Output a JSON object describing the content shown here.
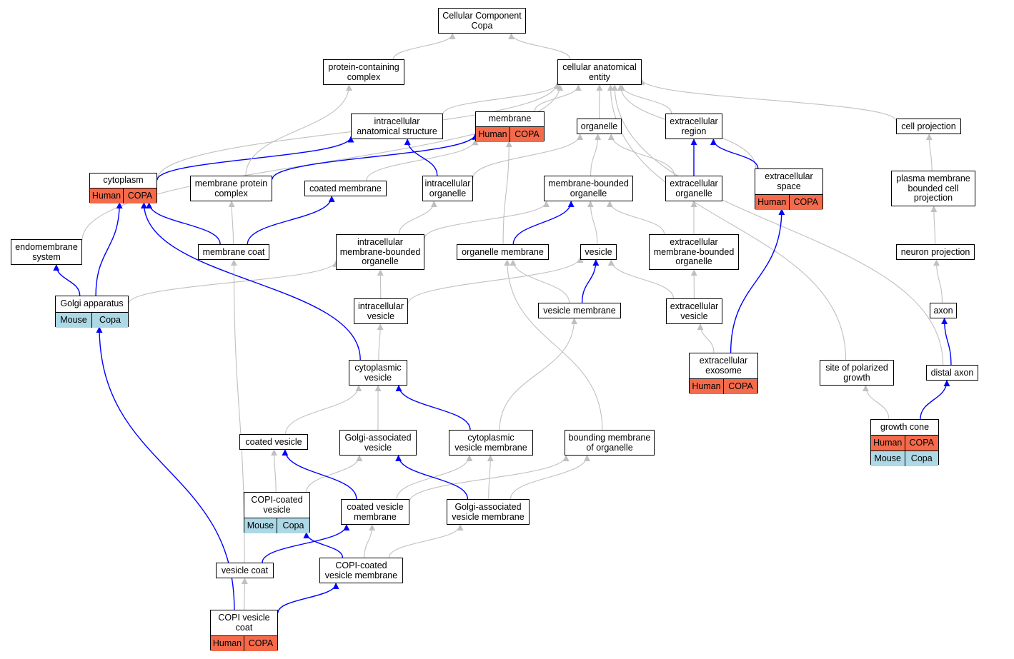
{
  "colors": {
    "is_a": "#c0c0c0",
    "part_of": "#0000ff",
    "human": "#f46a4b",
    "mouse": "#add8e6"
  },
  "nodes": [
    {
      "id": "cc",
      "label": "Cellular Component\nCopa"
    },
    {
      "id": "pcc",
      "label": "protein-containing\ncomplex"
    },
    {
      "id": "cae",
      "label": "cellular anatomical\nentity"
    },
    {
      "id": "ias",
      "label": "intracellular\nanatomical structure"
    },
    {
      "id": "mem",
      "label": "membrane",
      "ann": [
        [
          "Human",
          "COPA"
        ]
      ]
    },
    {
      "id": "org",
      "label": "organelle"
    },
    {
      "id": "exr",
      "label": "extracellular\nregion"
    },
    {
      "id": "cp",
      "label": "cell projection"
    },
    {
      "id": "cyt",
      "label": "cytoplasm",
      "ann": [
        [
          "Human",
          "COPA"
        ]
      ]
    },
    {
      "id": "mpc",
      "label": "membrane protein\ncomplex"
    },
    {
      "id": "cm",
      "label": "coated membrane"
    },
    {
      "id": "io",
      "label": "intracellular\norganelle"
    },
    {
      "id": "mbo",
      "label": "membrane-bounded\norganelle"
    },
    {
      "id": "eo",
      "label": "extracellular\norganelle"
    },
    {
      "id": "es",
      "label": "extracellular\nspace",
      "ann": [
        [
          "Human",
          "COPA"
        ]
      ]
    },
    {
      "id": "pmbcp",
      "label": "plasma membrane\nbounded cell\nprojection"
    },
    {
      "id": "ems",
      "label": "endomembrane\nsystem"
    },
    {
      "id": "mc",
      "label": "membrane coat"
    },
    {
      "id": "imbo",
      "label": "intracellular\nmembrane-bounded\norganelle"
    },
    {
      "id": "om",
      "label": "organelle membrane"
    },
    {
      "id": "ves",
      "label": "vesicle"
    },
    {
      "id": "embo",
      "label": "extracellular\nmembrane-bounded\norganelle"
    },
    {
      "id": "np",
      "label": "neuron projection"
    },
    {
      "id": "ga",
      "label": "Golgi apparatus",
      "ann": [
        [
          "Mouse",
          "Copa"
        ]
      ]
    },
    {
      "id": "iv",
      "label": "intracellular\nvesicle"
    },
    {
      "id": "vm",
      "label": "vesicle membrane"
    },
    {
      "id": "ev",
      "label": "extracellular\nvesicle"
    },
    {
      "id": "axon",
      "label": "axon"
    },
    {
      "id": "exo",
      "label": "extracellular\nexosome",
      "ann": [
        [
          "Human",
          "COPA"
        ]
      ]
    },
    {
      "id": "spg",
      "label": "site of polarized\ngrowth"
    },
    {
      "id": "da",
      "label": "distal axon"
    },
    {
      "id": "cv",
      "label": "cytoplasmic\nvesicle"
    },
    {
      "id": "gc",
      "label": "growth cone",
      "ann": [
        [
          "Human",
          "COPA"
        ],
        [
          "Mouse",
          "Copa"
        ]
      ]
    },
    {
      "id": "cvs",
      "label": "coated vesicle"
    },
    {
      "id": "gav",
      "label": "Golgi-associated\nvesicle"
    },
    {
      "id": "cvm",
      "label": "cytoplasmic\nvesicle membrane"
    },
    {
      "id": "bmo",
      "label": "bounding membrane\nof organelle"
    },
    {
      "id": "copiv",
      "label": "COPI-coated\nvesicle",
      "ann": [
        [
          "Mouse",
          "Copa"
        ]
      ]
    },
    {
      "id": "cvem",
      "label": "coated vesicle\nmembrane"
    },
    {
      "id": "gavm",
      "label": "Golgi-associated\nvesicle membrane"
    },
    {
      "id": "vc",
      "label": "vesicle coat"
    },
    {
      "id": "copivm",
      "label": "COPI-coated\nvesicle membrane"
    },
    {
      "id": "copivc",
      "label": "COPI vesicle\ncoat",
      "ann": [
        [
          "Human",
          "COPA"
        ]
      ]
    }
  ],
  "edges": [
    {
      "from": "pcc",
      "to": "cc",
      "type": "is_a"
    },
    {
      "from": "cae",
      "to": "cc",
      "type": "is_a"
    },
    {
      "from": "ias",
      "to": "cae",
      "type": "is_a"
    },
    {
      "from": "mem",
      "to": "cae",
      "type": "is_a"
    },
    {
      "from": "org",
      "to": "cae",
      "type": "is_a"
    },
    {
      "from": "exr",
      "to": "cae",
      "type": "is_a"
    },
    {
      "from": "cp",
      "to": "cae",
      "type": "is_a"
    },
    {
      "from": "es",
      "to": "cae",
      "type": "is_a"
    },
    {
      "from": "cyt",
      "to": "cae",
      "type": "is_a"
    },
    {
      "from": "ems",
      "to": "cae",
      "type": "is_a"
    },
    {
      "from": "spg",
      "to": "cae",
      "type": "is_a"
    },
    {
      "from": "da",
      "to": "cae",
      "type": "is_a"
    },
    {
      "from": "cyt",
      "to": "ias",
      "type": "part_of"
    },
    {
      "from": "mpc",
      "to": "pcc",
      "type": "is_a"
    },
    {
      "from": "mpc",
      "to": "mem",
      "type": "part_of"
    },
    {
      "from": "cm",
      "to": "mem",
      "type": "is_a"
    },
    {
      "from": "io",
      "to": "ias",
      "type": "part_of"
    },
    {
      "from": "io",
      "to": "org",
      "type": "is_a"
    },
    {
      "from": "mbo",
      "to": "org",
      "type": "is_a"
    },
    {
      "from": "eo",
      "to": "org",
      "type": "is_a"
    },
    {
      "from": "eo",
      "to": "exr",
      "type": "part_of"
    },
    {
      "from": "es",
      "to": "exr",
      "type": "part_of"
    },
    {
      "from": "pmbcp",
      "to": "cp",
      "type": "is_a"
    },
    {
      "from": "mc",
      "to": "mpc",
      "type": "is_a"
    },
    {
      "from": "mc",
      "to": "cm",
      "type": "part_of"
    },
    {
      "from": "mc",
      "to": "cyt",
      "type": "part_of"
    },
    {
      "from": "imbo",
      "to": "io",
      "type": "is_a"
    },
    {
      "from": "imbo",
      "to": "mbo",
      "type": "is_a"
    },
    {
      "from": "om",
      "to": "mem",
      "type": "is_a"
    },
    {
      "from": "om",
      "to": "mbo",
      "type": "part_of"
    },
    {
      "from": "ves",
      "to": "mbo",
      "type": "is_a"
    },
    {
      "from": "embo",
      "to": "mbo",
      "type": "is_a"
    },
    {
      "from": "embo",
      "to": "eo",
      "type": "is_a"
    },
    {
      "from": "np",
      "to": "pmbcp",
      "type": "is_a"
    },
    {
      "from": "ga",
      "to": "imbo",
      "type": "is_a"
    },
    {
      "from": "ga",
      "to": "ems",
      "type": "part_of"
    },
    {
      "from": "ga",
      "to": "cyt",
      "type": "part_of"
    },
    {
      "from": "iv",
      "to": "imbo",
      "type": "is_a"
    },
    {
      "from": "iv",
      "to": "ves",
      "type": "is_a"
    },
    {
      "from": "vm",
      "to": "om",
      "type": "is_a"
    },
    {
      "from": "vm",
      "to": "ves",
      "type": "part_of"
    },
    {
      "from": "ev",
      "to": "ves",
      "type": "is_a"
    },
    {
      "from": "ev",
      "to": "embo",
      "type": "is_a"
    },
    {
      "from": "axon",
      "to": "np",
      "type": "is_a"
    },
    {
      "from": "exo",
      "to": "ev",
      "type": "is_a"
    },
    {
      "from": "exo",
      "to": "es",
      "type": "part_of"
    },
    {
      "from": "da",
      "to": "axon",
      "type": "part_of"
    },
    {
      "from": "cv",
      "to": "iv",
      "type": "is_a"
    },
    {
      "from": "cv",
      "to": "cyt",
      "type": "part_of"
    },
    {
      "from": "gc",
      "to": "spg",
      "type": "is_a"
    },
    {
      "from": "gc",
      "to": "da",
      "type": "part_of"
    },
    {
      "from": "cvs",
      "to": "cv",
      "type": "is_a"
    },
    {
      "from": "gav",
      "to": "cv",
      "type": "is_a"
    },
    {
      "from": "cvm",
      "to": "cv",
      "type": "part_of"
    },
    {
      "from": "cvm",
      "to": "vm",
      "type": "is_a"
    },
    {
      "from": "bmo",
      "to": "om",
      "type": "is_a"
    },
    {
      "from": "copiv",
      "to": "cvs",
      "type": "is_a"
    },
    {
      "from": "copiv",
      "to": "gav",
      "type": "is_a"
    },
    {
      "from": "cvem",
      "to": "cvs",
      "type": "part_of"
    },
    {
      "from": "cvem",
      "to": "cvm",
      "type": "is_a"
    },
    {
      "from": "cvem",
      "to": "bmo",
      "type": "is_a"
    },
    {
      "from": "gavm",
      "to": "gav",
      "type": "part_of"
    },
    {
      "from": "gavm",
      "to": "cvm",
      "type": "is_a"
    },
    {
      "from": "gavm",
      "to": "bmo",
      "type": "is_a"
    },
    {
      "from": "vc",
      "to": "mc",
      "type": "is_a"
    },
    {
      "from": "vc",
      "to": "cvem",
      "type": "part_of"
    },
    {
      "from": "copivm",
      "to": "cvem",
      "type": "is_a"
    },
    {
      "from": "copivm",
      "to": "gavm",
      "type": "is_a"
    },
    {
      "from": "copivm",
      "to": "copiv",
      "type": "part_of"
    },
    {
      "from": "copivc",
      "to": "vc",
      "type": "is_a"
    },
    {
      "from": "copivc",
      "to": "copivm",
      "type": "part_of"
    },
    {
      "from": "copivc",
      "to": "ga",
      "type": "part_of"
    }
  ]
}
